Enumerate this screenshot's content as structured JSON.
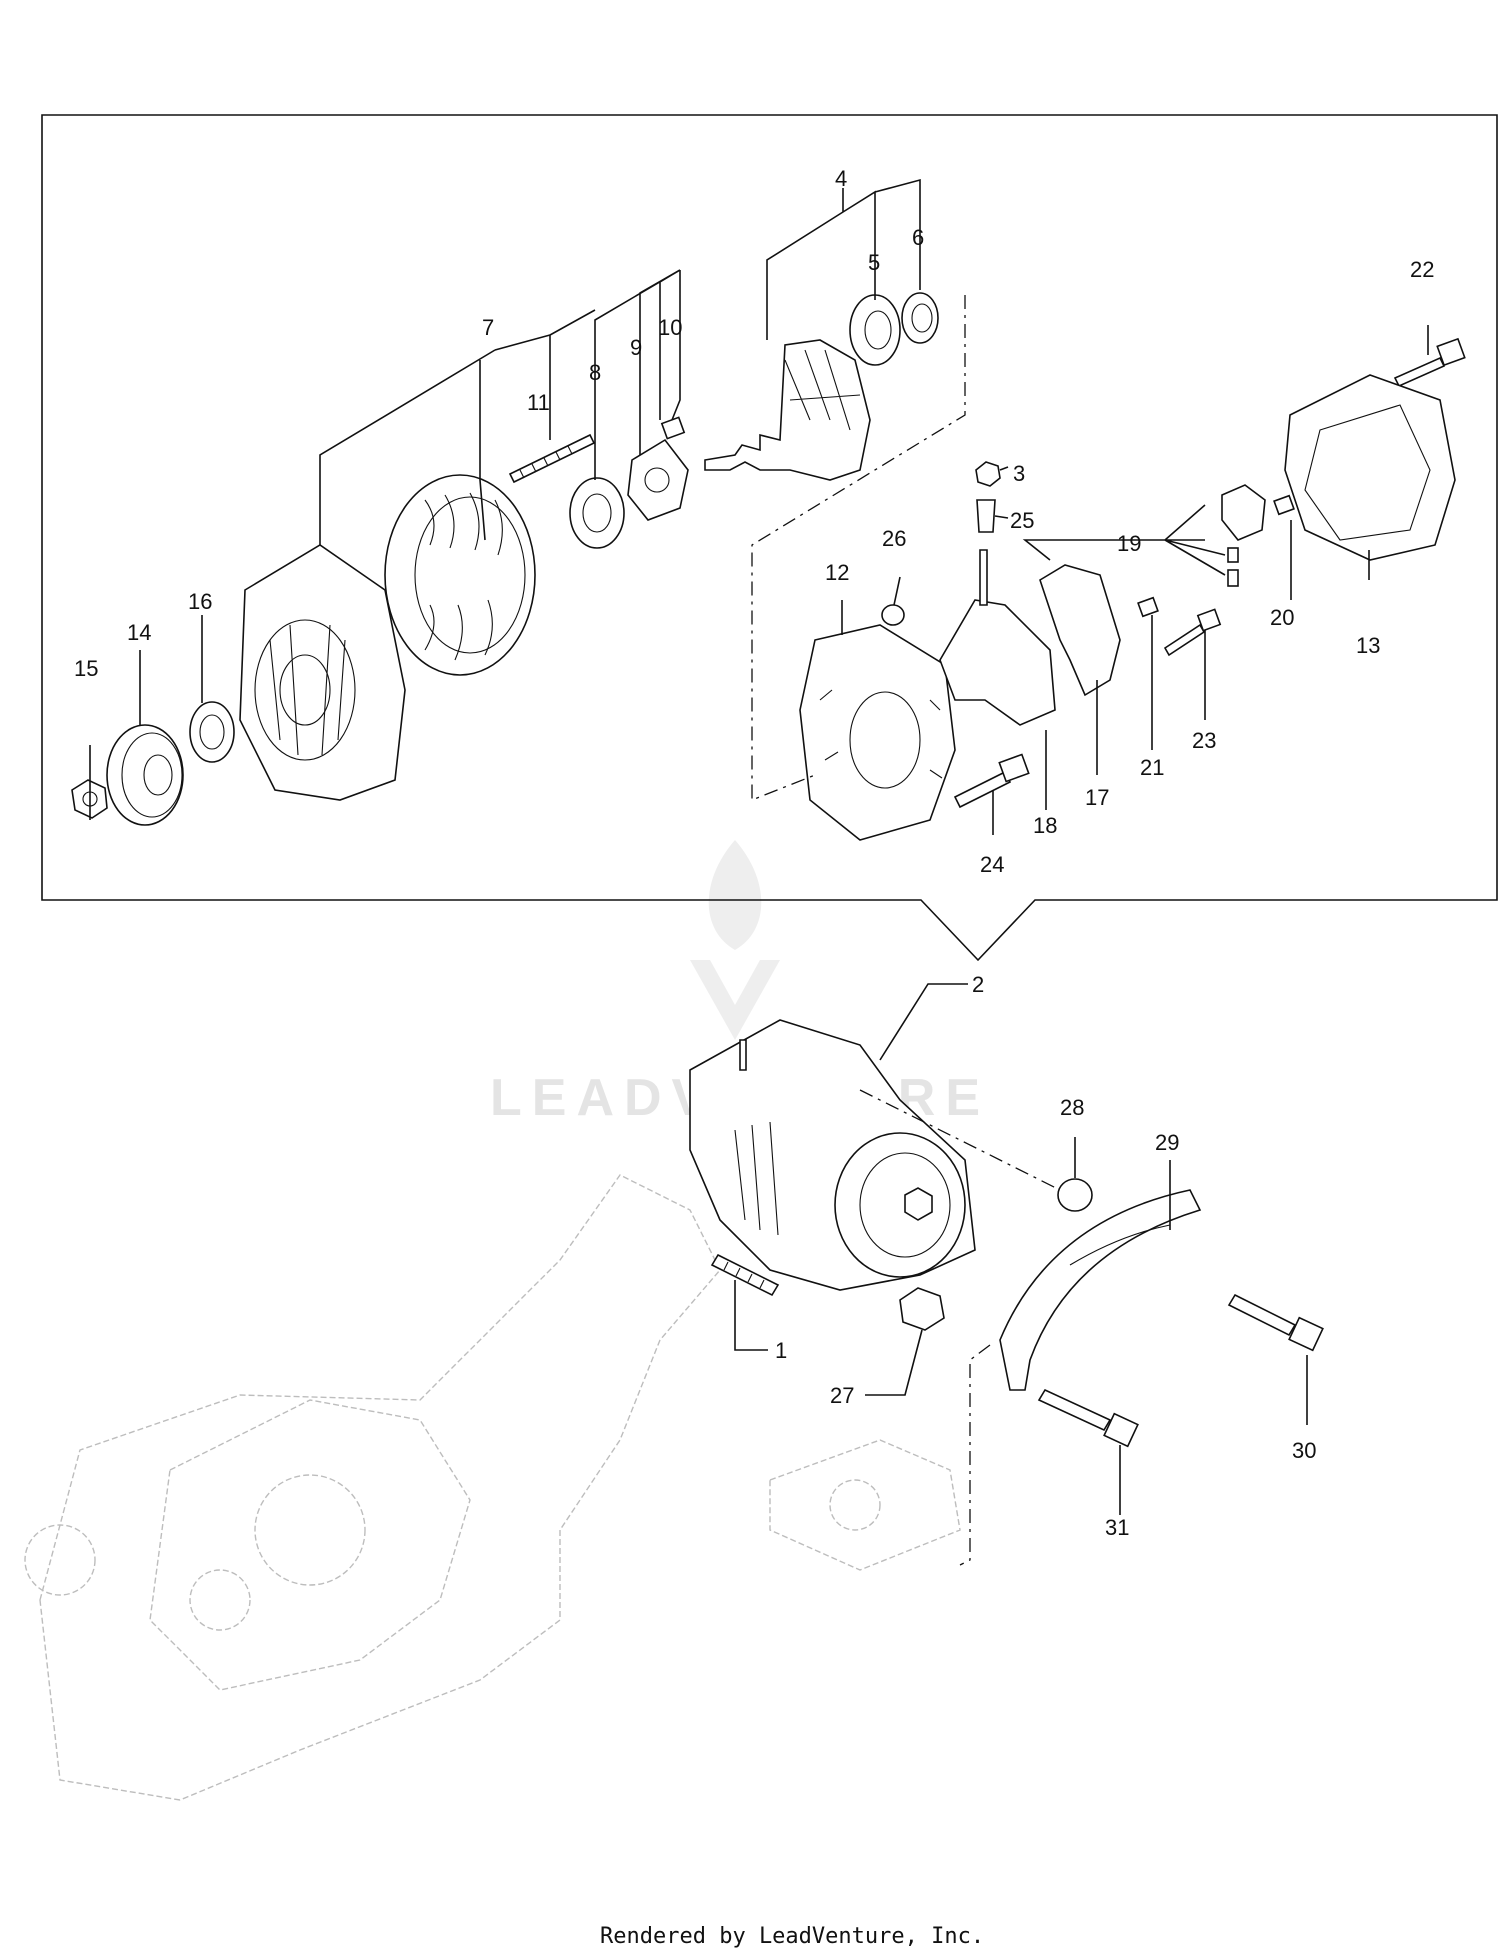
{
  "watermark": {
    "text": "LEADVENTURE"
  },
  "footer": {
    "text": "Rendered by LeadVenture, Inc."
  },
  "callouts": [
    {
      "id": "1",
      "label": "1"
    },
    {
      "id": "2",
      "label": "2"
    },
    {
      "id": "3",
      "label": "3"
    },
    {
      "id": "4",
      "label": "4"
    },
    {
      "id": "5",
      "label": "5"
    },
    {
      "id": "6",
      "label": "6"
    },
    {
      "id": "7",
      "label": "7"
    },
    {
      "id": "8",
      "label": "8"
    },
    {
      "id": "9",
      "label": "9"
    },
    {
      "id": "10",
      "label": "10"
    },
    {
      "id": "11",
      "label": "11"
    },
    {
      "id": "12",
      "label": "12"
    },
    {
      "id": "13",
      "label": "13"
    },
    {
      "id": "14",
      "label": "14"
    },
    {
      "id": "15",
      "label": "15"
    },
    {
      "id": "16",
      "label": "16"
    },
    {
      "id": "17",
      "label": "17"
    },
    {
      "id": "18",
      "label": "18"
    },
    {
      "id": "19",
      "label": "19"
    },
    {
      "id": "20",
      "label": "20"
    },
    {
      "id": "21",
      "label": "21"
    },
    {
      "id": "22",
      "label": "22"
    },
    {
      "id": "23",
      "label": "23"
    },
    {
      "id": "24",
      "label": "24"
    },
    {
      "id": "25",
      "label": "25"
    },
    {
      "id": "26",
      "label": "26"
    },
    {
      "id": "27",
      "label": "27"
    },
    {
      "id": "28",
      "label": "28"
    },
    {
      "id": "29",
      "label": "29"
    },
    {
      "id": "30",
      "label": "30"
    },
    {
      "id": "31",
      "label": "31"
    }
  ],
  "colors": {
    "line": "#111111",
    "ghost": "#bdbdbd",
    "watermark": "#e4e4e4"
  }
}
